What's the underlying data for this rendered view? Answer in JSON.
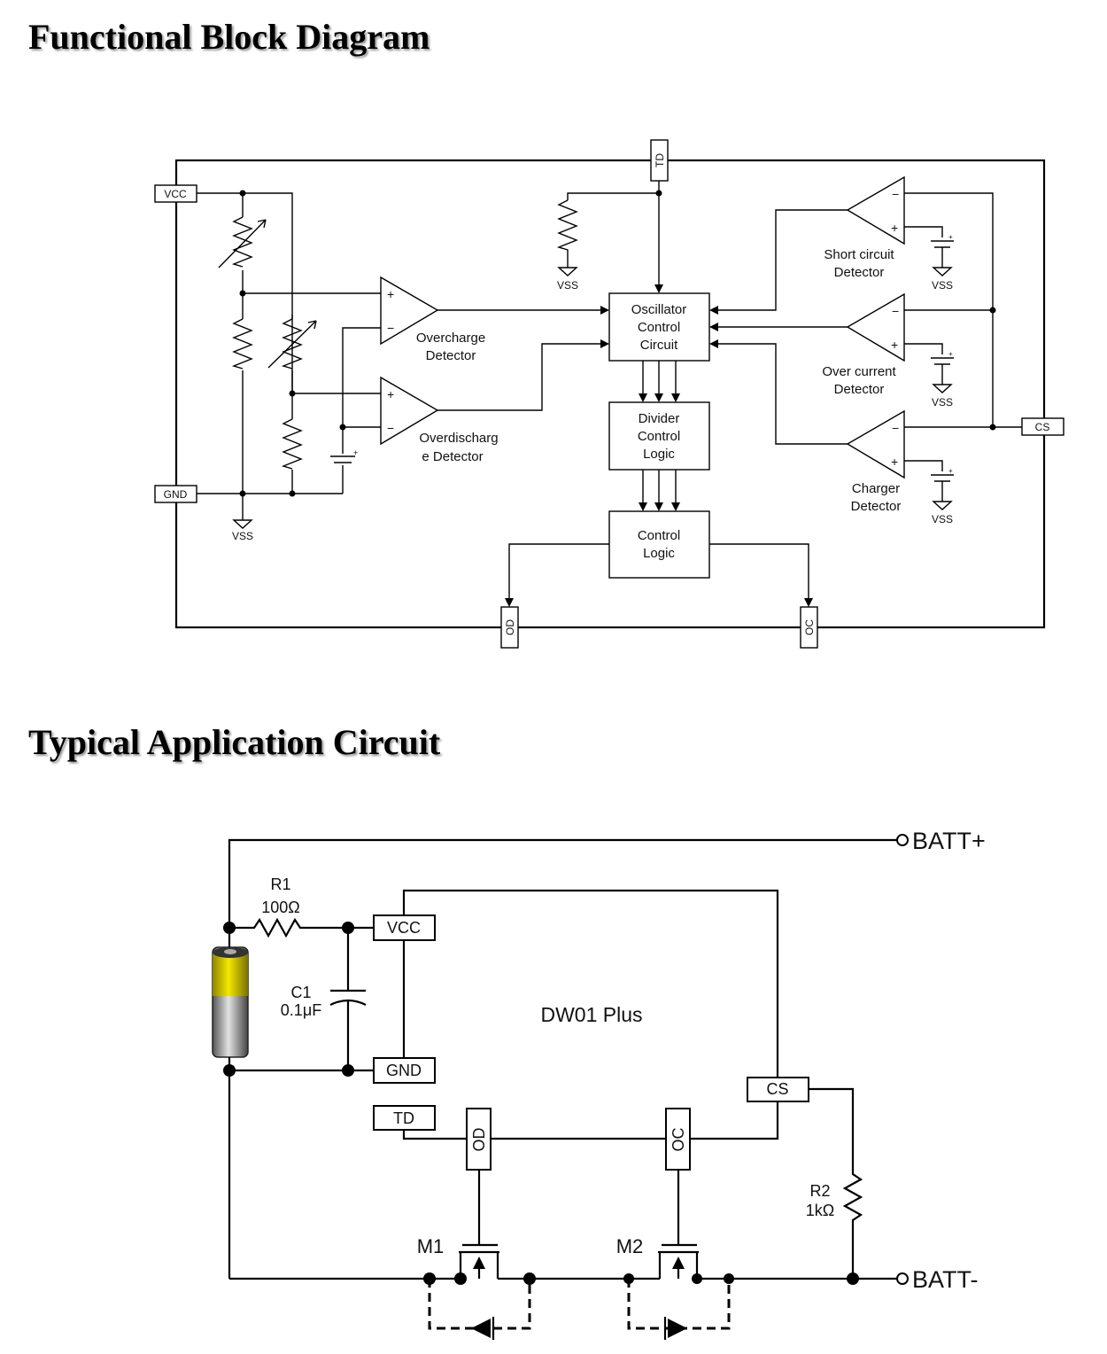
{
  "block_diagram": {
    "title": "Functional Block Diagram",
    "pins": {
      "vcc": "VCC",
      "gnd": "GND",
      "td": "TD",
      "cs": "CS",
      "od": "OD",
      "oc": "OC"
    },
    "vss": "VSS",
    "comparator_plus": "+",
    "comparator_minus": "−",
    "battery_plus": "+",
    "overcharge": [
      "Overcharge",
      "Detector"
    ],
    "overdischarge": [
      "Overdischarg",
      "e Detector"
    ],
    "oscillator": [
      "Oscillator",
      "Control",
      "Circuit"
    ],
    "divider": [
      "Divider",
      "Control",
      "Logic"
    ],
    "control_logic": [
      "Control",
      "Logic"
    ],
    "short_circuit": [
      "Short circuit",
      "Detector"
    ],
    "over_current": [
      "Over current",
      "Detector"
    ],
    "charger": [
      "Charger",
      "Detector"
    ]
  },
  "application_circuit": {
    "title": "Typical Application Circuit",
    "batt_plus": "BATT+",
    "batt_minus": "BATT-",
    "r1_name": "R1",
    "r1_value": "100Ω",
    "c1_name": "C1",
    "c1_value": "0.1μF",
    "ic_name": "DW01 Plus",
    "pins": {
      "vcc": "VCC",
      "gnd": "GND",
      "td": "TD",
      "cs": "CS",
      "od": "OD",
      "oc": "OC"
    },
    "m1": "M1",
    "m2": "M2",
    "r2_name": "R2",
    "r2_value": "1kΩ",
    "colors": {
      "battery_top": "#e8d800",
      "battery_body": "#8a8a8a"
    }
  }
}
